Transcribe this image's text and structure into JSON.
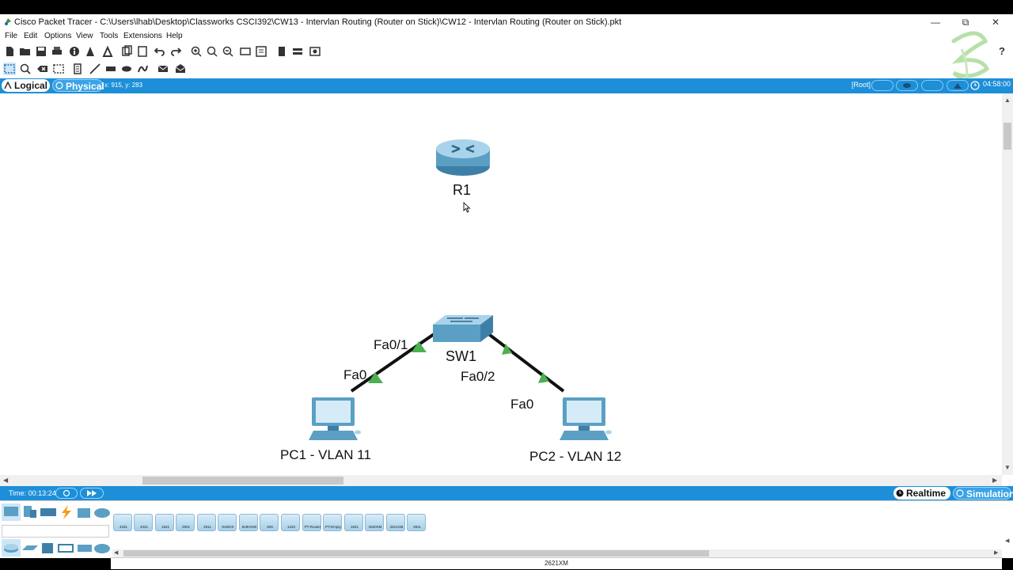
{
  "window": {
    "title": "Cisco Packet Tracer - C:\\Users\\lhab\\Desktop\\Classworks CSCI392\\CW13 - Intervlan Routing (Router on Stick)\\CW12 - Intervlan Routing (Router on Stick).pkt",
    "controls": [
      "minimize-icon",
      "restore-icon",
      "close-icon"
    ]
  },
  "menu": [
    "File",
    "Edit",
    "Options",
    "View",
    "Tools",
    "Extensions",
    "Help"
  ],
  "help_label": "?",
  "tabs": {
    "logical": "Logical",
    "physical": "Physical"
  },
  "coords": "x: 915, y: 283",
  "root_label": "[Root]",
  "clock": "04:58:00",
  "topology": {
    "devices": [
      {
        "name": "R1",
        "type": "router"
      },
      {
        "name": "SW1",
        "type": "switch"
      },
      {
        "name": "PC1 - VLAN 11",
        "type": "pc"
      },
      {
        "name": "PC2 - VLAN 12",
        "type": "pc"
      }
    ],
    "links": [
      {
        "from": "PC1 - VLAN 11",
        "from_port": "Fa0",
        "to": "SW1",
        "to_port": "Fa0/1",
        "status": "up"
      },
      {
        "from": "SW1",
        "from_port": "Fa0/2",
        "to": "PC2 - VLAN 12",
        "to_port": "Fa0",
        "status": "up"
      }
    ],
    "port_labels": {
      "pc1_fa0": "Fa0",
      "sw1_fa01": "Fa0/1",
      "sw1_fa02": "Fa0/2",
      "pc2_fa0": "Fa0"
    }
  },
  "status": {
    "time_label": "Time: 00:13:24",
    "realtime": "Realtime",
    "simulation": "Simulation"
  },
  "device_models": [
    "4331",
    "4321",
    "1941",
    "2901",
    "2911",
    "819IOX",
    "819HGW",
    "829",
    "1240",
    "PT-Router",
    "PT-Empty",
    "1841",
    "2620XM",
    "2621XM",
    "2811"
  ],
  "selected_model": "2621XM",
  "colors": {
    "accent": "#1d8fd8",
    "link_up": "#4caf50",
    "device": "#5b9fc4"
  }
}
